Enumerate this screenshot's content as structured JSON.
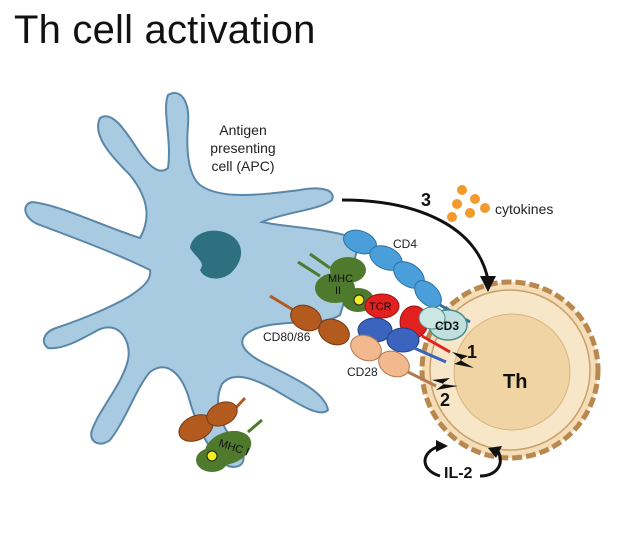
{
  "title": "Th cell activation",
  "labels": {
    "apc_line1": "Antigen",
    "apc_line2": "presenting",
    "apc_line3": "cell (APC)",
    "cd4": "CD4",
    "mhc_ii_line1": "MHC",
    "mhc_ii_line2": "II",
    "tcr": "TCR",
    "cd3": "CD3",
    "cd80_86": "CD80/86",
    "cd28": "CD28",
    "mhc_i": "MHC I",
    "th": "Th",
    "il2": "IL-2",
    "cytokines": "cytokines",
    "signal_1": "1",
    "signal_2": "2",
    "signal_3": "3"
  },
  "colors": {
    "apc_fill": "#a9cbe2",
    "apc_stroke": "#5a86a8",
    "nucleus": "#2f7080",
    "th_fill": "#f4ddb7",
    "th_stroke": "#b8884e",
    "cd4": "#4a9fdb",
    "mhc": "#4f7a2e",
    "cd80": "#b35a1f",
    "cd28": "#f2b88e",
    "tcr_red": "#e22020",
    "tcr_blue": "#3a64bd",
    "cd3": "#bfe0de",
    "cytokine": "#f39a2c",
    "antigen": "#f5ee20"
  }
}
